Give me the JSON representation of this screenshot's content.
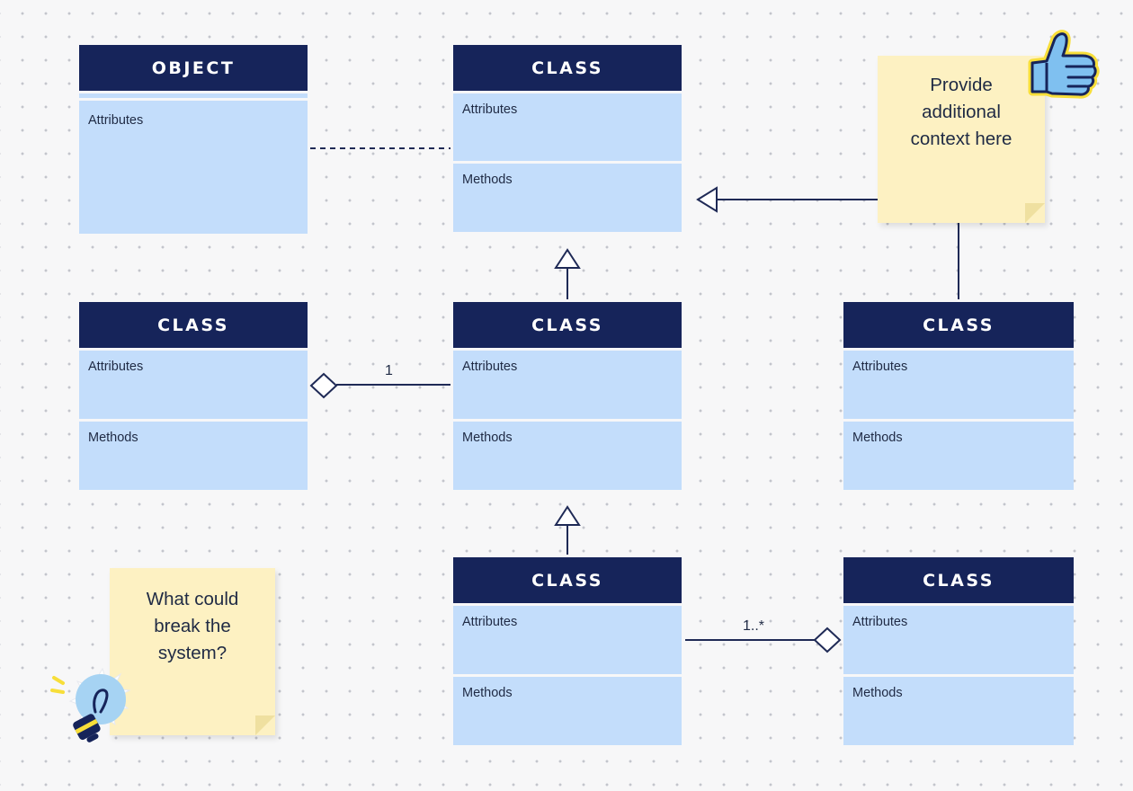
{
  "boxes": {
    "object": {
      "title": "OBJECT",
      "attributes": "Attributes"
    },
    "class_top": {
      "title": "CLASS",
      "attributes": "Attributes",
      "methods": "Methods"
    },
    "class_left": {
      "title": "CLASS",
      "attributes": "Attributes",
      "methods": "Methods"
    },
    "class_center": {
      "title": "CLASS",
      "attributes": "Attributes",
      "methods": "Methods"
    },
    "class_right": {
      "title": "CLASS",
      "attributes": "Attributes",
      "methods": "Methods"
    },
    "class_bottom": {
      "title": "CLASS",
      "attributes": "Attributes",
      "methods": "Methods"
    },
    "class_bottom_right": {
      "title": "CLASS",
      "attributes": "Attributes",
      "methods": "Methods"
    }
  },
  "multiplicities": {
    "left_aggregation": "1",
    "bottom_aggregation": "1..*"
  },
  "notes": {
    "context": {
      "line1": "Provide",
      "line2": "additional",
      "line3": "context here"
    },
    "question": {
      "line1": "What could",
      "line2": "break the",
      "line3": "system?"
    }
  },
  "icons": {
    "note_context": "thumbs-up-icon",
    "note_question": "lightbulb-icon"
  },
  "colors": {
    "header": "#16245a",
    "section": "#c3ddfb",
    "note": "#fdf1c2",
    "line": "#1f2a56",
    "accent_yellow": "#f7de3a",
    "accent_blue": "#7fc0f0"
  }
}
